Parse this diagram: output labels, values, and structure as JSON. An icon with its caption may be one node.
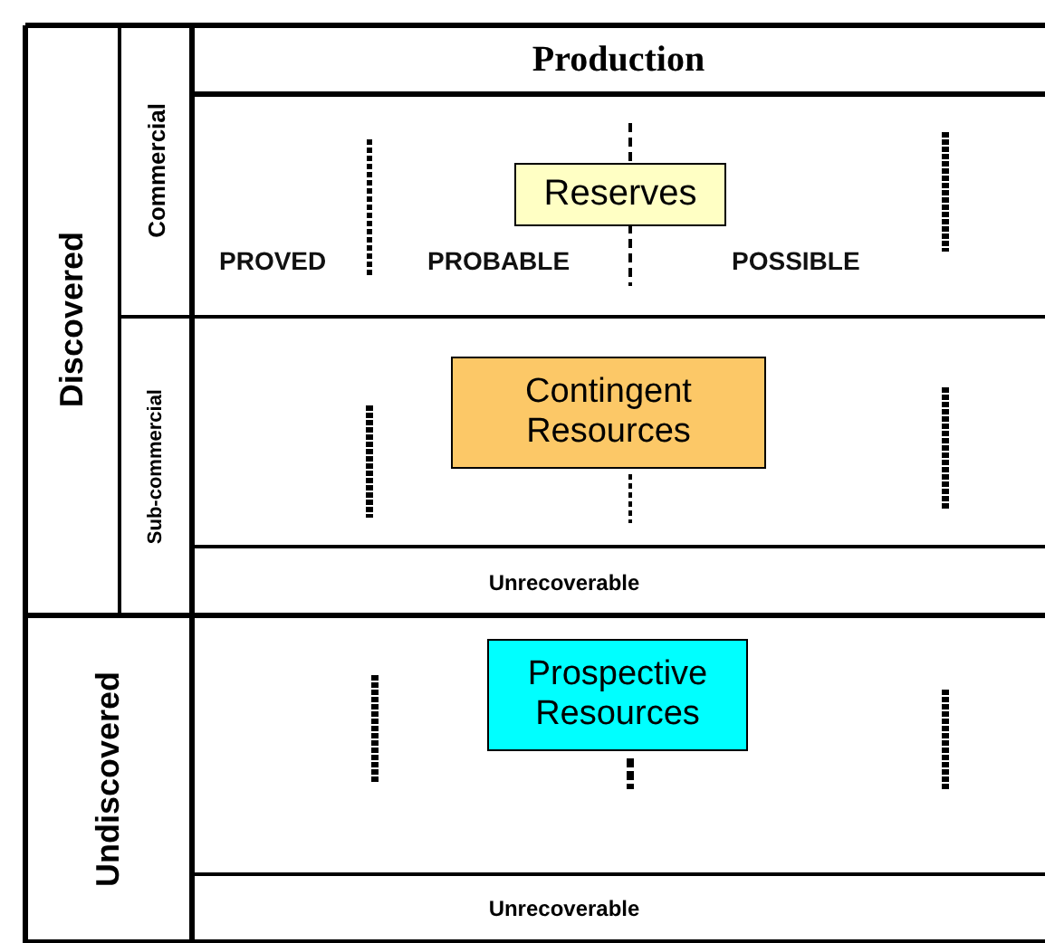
{
  "diagram": {
    "nodes": [
      {
        "text": [
          "Discovered"
        ]
      },
      {
        "text": [
          "Commercial"
        ],
        "in": 0
      },
      {
        "text": [
          "Sub-commercial"
        ],
        "in": 0
      },
      {
        "text": [
          "Undiscovered"
        ]
      },
      {
        "text": [
          "Production"
        ]
      },
      {
        "text": [
          "Reserves"
        ]
      },
      {
        "text": [
          "Contingent Resources"
        ]
      },
      {
        "text": [
          "Prospective Resources"
        ]
      },
      {
        "text": [
          "Unrecoverable"
        ]
      },
      {
        "text": [
          "Unrecoverable"
        ]
      }
    ],
    "labels": [
      "PROVED",
      "PROBABLE",
      "POSSIBLE"
    ]
  }
}
